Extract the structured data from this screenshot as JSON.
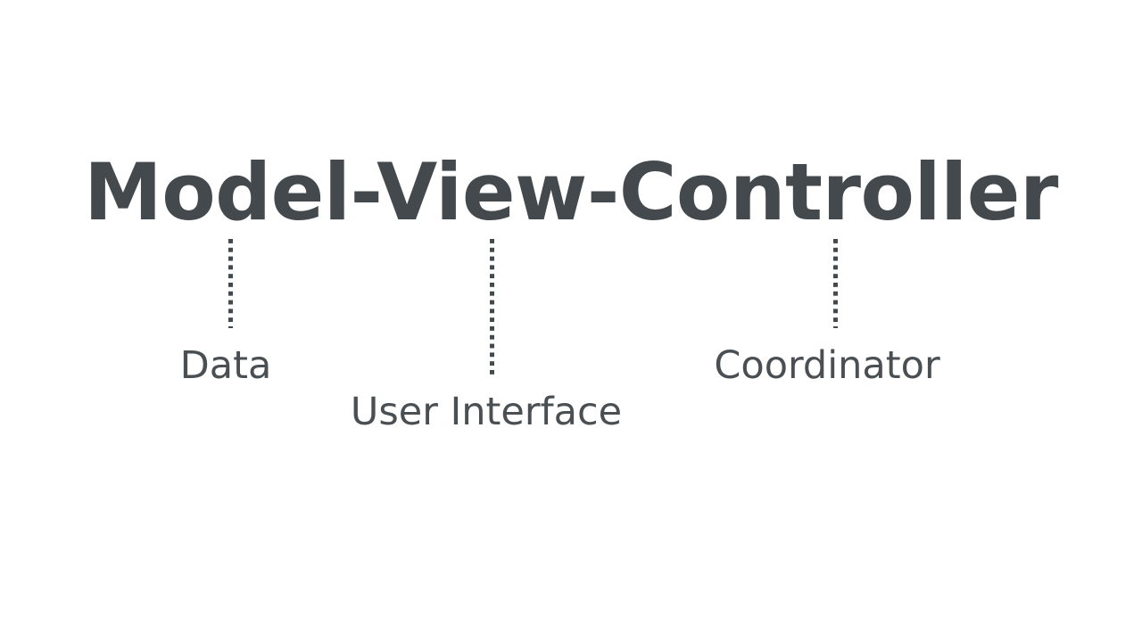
{
  "slide": {
    "background_color": "#ffffff",
    "text_color": "#44494d",
    "label_color": "#4a4f53",
    "title": "Model-View-Controller",
    "leaders": [
      {
        "name": "model",
        "label": "Data"
      },
      {
        "name": "view",
        "label": "User Interface"
      },
      {
        "name": "controller",
        "label": "Coordinator"
      }
    ],
    "labels": {
      "model": "Data",
      "view": "User Interface",
      "controller": "Coordinator"
    }
  }
}
